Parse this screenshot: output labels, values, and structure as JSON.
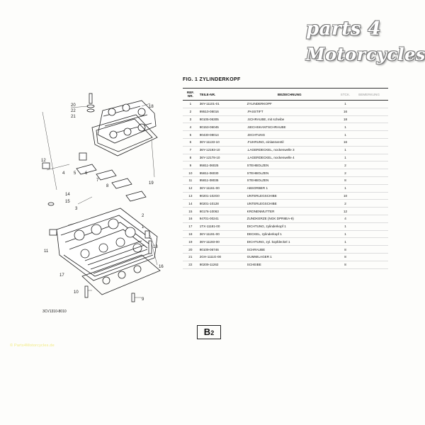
{
  "logo": {
    "line1": "parts 4",
    "line2": "Motorcycles"
  },
  "figure": {
    "title": "FIG. 1  ZYLINDERKOPF",
    "drawing_code": "3CV1310-8010"
  },
  "table": {
    "headers": {
      "ref": "REF. NR.",
      "part": "TEILE-NR.",
      "name": "BEZEICHNUNG",
      "qty": "STCK.",
      "note": "BEMERKUNG"
    },
    "rows": [
      {
        "ref": "1",
        "part": "36Y-11101-01",
        "name": "ZYLINDERKOPF",
        "qty": "1"
      },
      {
        "ref": "2",
        "part": "99510-08016",
        "name": ".PASSTIFT",
        "qty": "16"
      },
      {
        "ref": "3",
        "part": "90105-06305",
        "name": ".SCHRAUBE, mit scheibe",
        "qty": "18"
      },
      {
        "ref": "4",
        "part": "90153-06045",
        "name": ".SECHSKANTSCHRAUBE",
        "qty": "1"
      },
      {
        "ref": "5",
        "part": "90430-08014",
        "name": ".DICHTUNG",
        "qty": "1"
      },
      {
        "ref": "6",
        "part": "36Y-11133-10",
        "name": ".FUHRUNG, einlassventil",
        "qty": "16"
      },
      {
        "ref": "7",
        "part": "36Y-12193-10",
        "name": ".LAGERDECKEL, nockenwelle 3",
        "qty": "1"
      },
      {
        "ref": "8",
        "part": "36Y-12178-10",
        "name": ".LAGERDECKEL, nockenwelle 4",
        "qty": "1"
      },
      {
        "ref": "9",
        "part": "95811-06025",
        "name": "STEHBOLZEN",
        "qty": "2"
      },
      {
        "ref": "10",
        "part": "95811-06030",
        "name": "STEHBOLZEN",
        "qty": "2"
      },
      {
        "ref": "11",
        "part": "95811-08035",
        "name": "STEHBOLZEN",
        "qty": "8"
      },
      {
        "ref": "12",
        "part": "36Y-11161-00",
        "name": "ABSORBER 1",
        "qty": "1"
      },
      {
        "ref": "13",
        "part": "90201-102G0",
        "name": "UNTERLEGSCHIBE",
        "qty": "10"
      },
      {
        "ref": "14",
        "part": "90201-10128",
        "name": "UNTERLEGSCHIBE",
        "qty": "2"
      },
      {
        "ref": "15",
        "part": "90176-10063",
        "name": "KRONENMUTTER",
        "qty": "12"
      },
      {
        "ref": "16",
        "part": "94701-00241",
        "name": "ZUNDKERZE (NGK DPR8EA-9)",
        "qty": "4"
      },
      {
        "ref": "17",
        "part": "1TX-11181-00",
        "name": "DICHTUNG, zylinderkopf 1",
        "qty": "1"
      },
      {
        "ref": "18",
        "part": "36Y-11191-00",
        "name": "DECKEL, zylinderkopf 1",
        "qty": "1"
      },
      {
        "ref": "19",
        "part": "36Y-11193-00",
        "name": "DICHTUNG, zyl. kopfdeckel 1",
        "qty": "1"
      },
      {
        "ref": "20",
        "part": "90109-06746",
        "name": "SCHRAUBE",
        "qty": "8"
      },
      {
        "ref": "21",
        "part": "2GH-1111G-00",
        "name": "GUMMILAGER 1",
        "qty": "8"
      },
      {
        "ref": "22",
        "part": "90209-11262",
        "name": "SCHEIBE",
        "qty": "8"
      }
    ]
  },
  "diagram_labels": [
    "20",
    "22",
    "21",
    "18",
    "19",
    "12",
    "4",
    "5",
    "6",
    "7",
    "8",
    "14",
    "15",
    "3",
    "2",
    "1",
    "13",
    "16",
    "11",
    "17",
    "10",
    "9"
  ],
  "page_label": {
    "main": "B",
    "sub": "2"
  },
  "watermark": "© Parts4Motorcycles.de"
}
